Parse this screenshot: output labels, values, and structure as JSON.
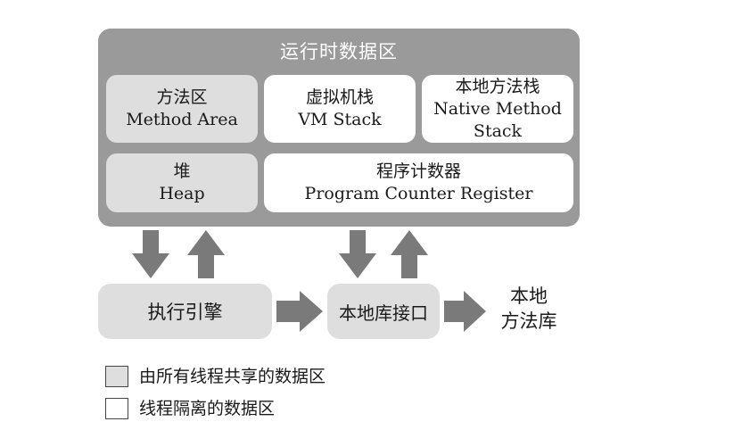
{
  "runtime_area": {
    "title": "运行时数据区"
  },
  "regions": {
    "method_area": {
      "zh": "方法区",
      "en": "Method Area"
    },
    "vm_stack": {
      "zh": "虚拟机栈",
      "en": "VM Stack"
    },
    "native_method_stack": {
      "zh": "本地方法栈",
      "en_line1": "Native Method",
      "en_line2": "Stack"
    },
    "heap": {
      "zh": "堆",
      "en": "Heap"
    },
    "pc_register": {
      "zh": "程序计数器",
      "en": "Program Counter Register"
    }
  },
  "execution_engine": {
    "label": "执行引擎"
  },
  "native_interface": {
    "label": "本地库接口"
  },
  "native_library": {
    "line1": "本地",
    "line2": "方法库"
  },
  "legend": {
    "shared": "由所有线程共享的数据区",
    "isolated": "线程隔离的数据区"
  },
  "colors": {
    "panel": "#9a9a9a",
    "shared_fill": "#dedede",
    "isolated_fill": "#ffffff",
    "arrow": "#7a7a7a"
  }
}
